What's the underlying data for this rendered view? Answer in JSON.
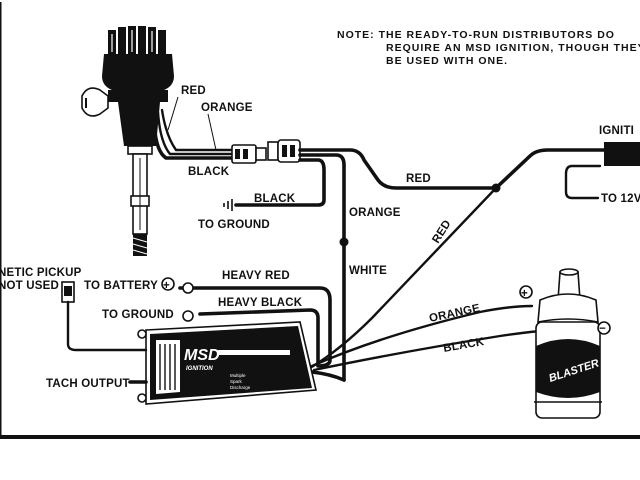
{
  "note": {
    "line1": "NOTE:  THE  READY-TO-RUN  DISTRIBUTORS  DO",
    "line2": "REQUIRE AN MSD IGNITION, THOUGH THEY",
    "line3": "BE USED WITH ONE."
  },
  "distributor": {
    "red": "RED",
    "orange": "ORANGE",
    "black": "BLACK"
  },
  "ground_wire": {
    "label": "BLACK",
    "dest": "TO GROUND"
  },
  "wires": {
    "orange": "ORANGE",
    "white": "WHITE",
    "red_top": "RED",
    "red_diag": "RED",
    "coil_orange": "ORANGE",
    "coil_black": "BLACK"
  },
  "pickup": {
    "line1": "NETIC PICKUP",
    "line2": "NOT USED"
  },
  "box_inputs": {
    "battery": "TO BATTERY",
    "battery_wire": "HEAVY RED",
    "ground": "TO GROUND",
    "ground_wire": "HEAVY BLACK"
  },
  "tach": "TACH OUTPUT",
  "msd_box": {
    "logo": "MSD",
    "sub": "IGNITION",
    "line1": "Multiple",
    "line2": "Spark",
    "line3": "Discharge"
  },
  "ignition_switch": {
    "label": "IGNITI",
    "dest": "TO 12V"
  },
  "coil": {
    "plus": "+",
    "minus": "−",
    "brand": "BLASTER"
  },
  "battery_symbol": "+"
}
